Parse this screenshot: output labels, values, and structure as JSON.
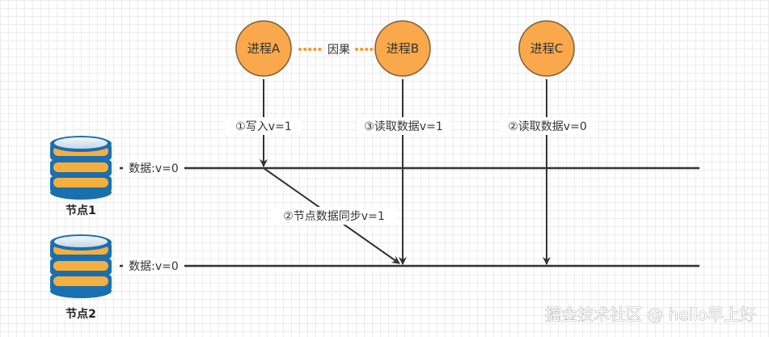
{
  "processes": [
    {
      "id": "A",
      "label": "进程A"
    },
    {
      "id": "B",
      "label": "进程B"
    },
    {
      "id": "C",
      "label": "进程C"
    }
  ],
  "relation_label": "因果",
  "operations": {
    "a_write": "①写入v=1",
    "b_read": "③读取数据v=1",
    "c_read": "②读取数据v=0",
    "sync": "②节点数据同步v=1"
  },
  "nodes": [
    {
      "name": "节点1",
      "data_label": "数据:v=0"
    },
    {
      "name": "节点2",
      "data_label": "数据:v=0"
    }
  ],
  "watermark": "掘金技术社区 @ hello早上好",
  "colors": {
    "process_fill": "#F9A84B",
    "process_stroke": "#7F5F3A",
    "relation_dots": "#F39A2B",
    "db_orange": "#F6AE3F",
    "db_blue": "#1A6FAE"
  }
}
